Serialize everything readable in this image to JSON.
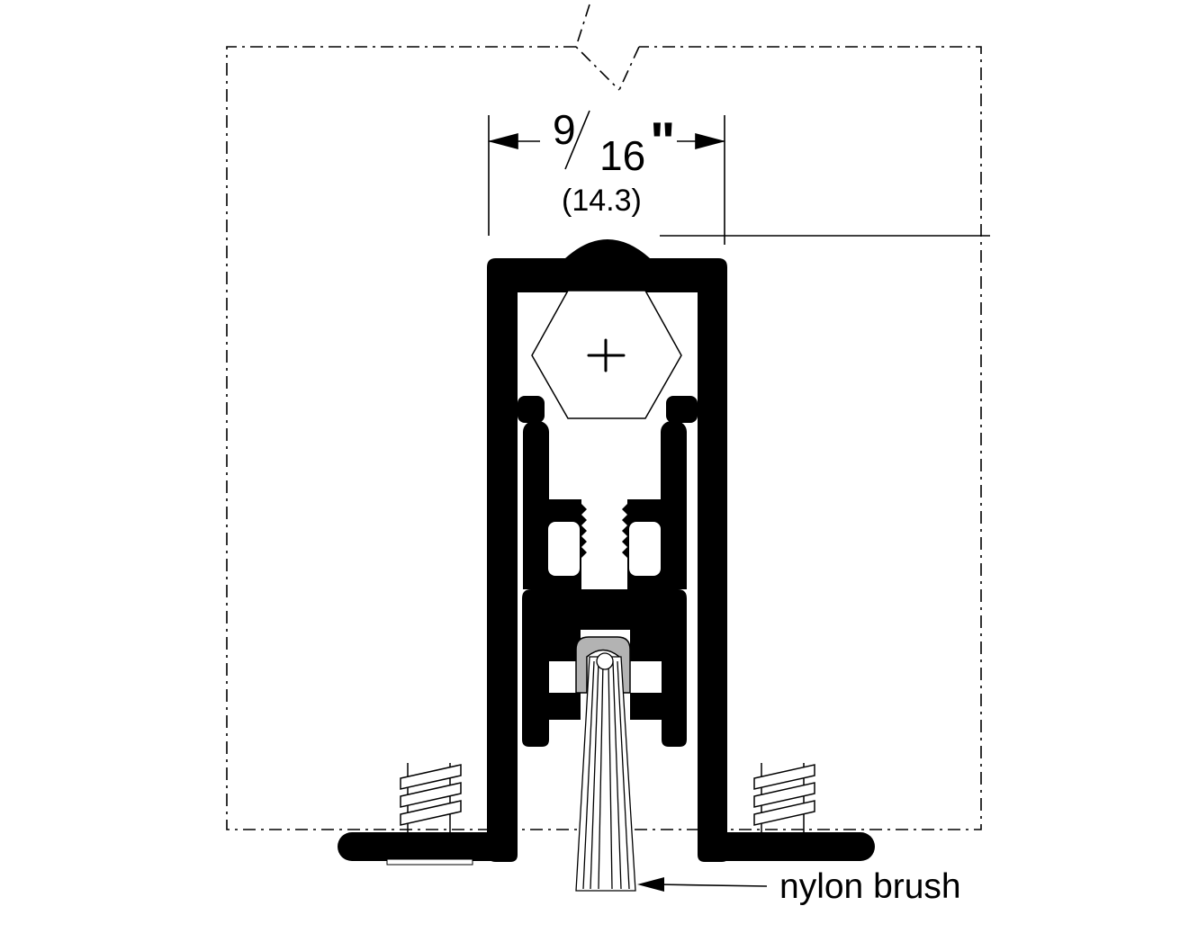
{
  "dimension": {
    "numerator": "9",
    "denominator": "16",
    "unit": "\"",
    "metric": "(14.3)"
  },
  "callout": {
    "label": "nylon brush"
  },
  "colors": {
    "profile": "#000000",
    "insert": "#b3b3b3",
    "background": "#ffffff"
  }
}
